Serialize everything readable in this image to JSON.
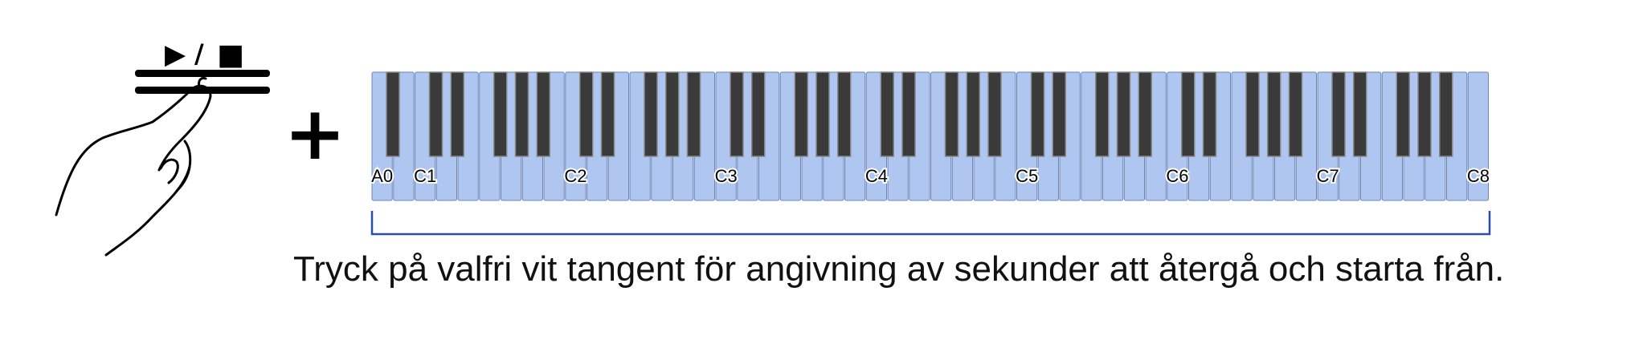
{
  "button": {
    "symbol_play": "▶",
    "symbol_slash": "/",
    "symbol_stop": "■"
  },
  "plus_symbol": "+",
  "keyboard": {
    "white_key_count": 52,
    "lowest_note": "A0",
    "highest_note": "C8",
    "octave_labels": [
      "A0",
      "C1",
      "C2",
      "C3",
      "C4",
      "C5",
      "C6",
      "C7",
      "C8"
    ],
    "white_key_color": "#aec6f0",
    "black_key_color": "#3a3a3a",
    "bracket_color": "#2b4fa6"
  },
  "caption": "Tryck på valfri vit tangent för angivning av sekunder att återgå och starta från."
}
